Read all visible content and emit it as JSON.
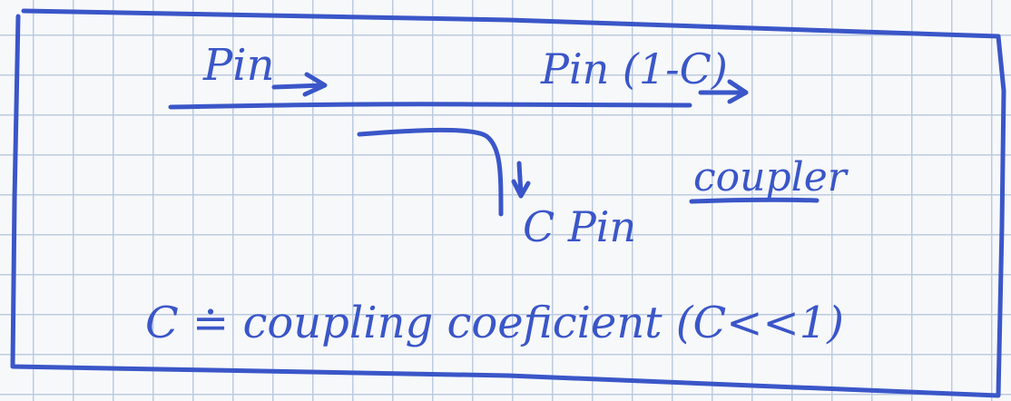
{
  "diagram": {
    "input_label": "Pin",
    "through_label": "Pin (1-C)",
    "coupled_label": "C Pin",
    "component_label": "coupler",
    "definition": "C ≐ coupling coeficient (C<<1)",
    "ink_color": "#3a56c8",
    "grid_color": "#bccbe0"
  }
}
